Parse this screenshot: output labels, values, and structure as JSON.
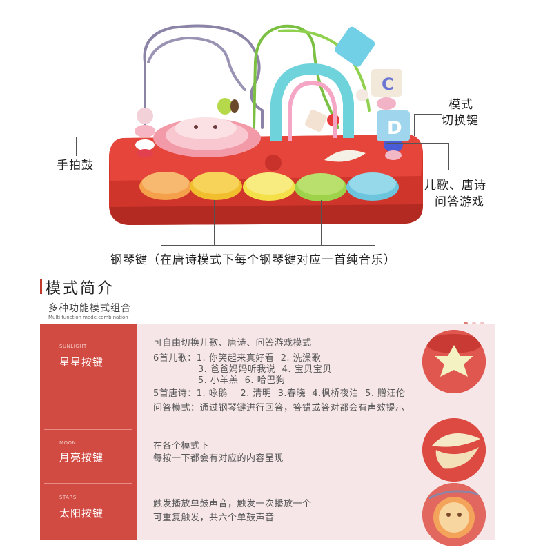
{
  "callouts": {
    "mode_switch": [
      "模式",
      "切换键"
    ],
    "hand_drum": "手拍鼓",
    "songs_poems": [
      "儿歌、唐诗",
      "问答游戏"
    ],
    "piano_keys": "钢琴键（在唐诗模式下每个钢琴键对应一首纯音乐）"
  },
  "toy": {
    "cube_letters": [
      "C",
      "D"
    ]
  },
  "section": {
    "title": "模式简介",
    "subtitle": "多种功能模式组合",
    "subtitle_en": "Multi function mode combination"
  },
  "modes": [
    {
      "label_en": "SUNLIGHT",
      "label": "星星按键",
      "lines": [
        "可自由切换儿歌、唐诗、问答游戏模式",
        "6首儿歌：1. 你笑起来真好看  2. 洗澡歌",
        "              3. 爸爸妈妈听我说  4. 宝贝宝贝",
        "              5. 小羊羔  6. 哈巴狗",
        "5首唐诗：1. 咏鹅    2. 清明  3.春晓  4.枫桥夜泊  5. 赠汪伦",
        "问答模式：通过钢琴键进行回答，答错或答对都会有声效提示"
      ]
    },
    {
      "label_en": "MOON",
      "label": "月亮按键",
      "lines": [
        "在各个模式下",
        "每按一下都会有对应的内容呈现"
      ]
    },
    {
      "label_en": "STARS",
      "label": "太阳按键",
      "lines": [
        "触发播放单鼓声音，触发一次播放一个",
        "可重复触发，共六个单鼓声音"
      ]
    }
  ],
  "colors": {
    "accent_red": "#d24b43",
    "card_pink": "#f6e6e8",
    "dot_active": "#e07a74",
    "dot_inactive": "#f2c7c3"
  }
}
